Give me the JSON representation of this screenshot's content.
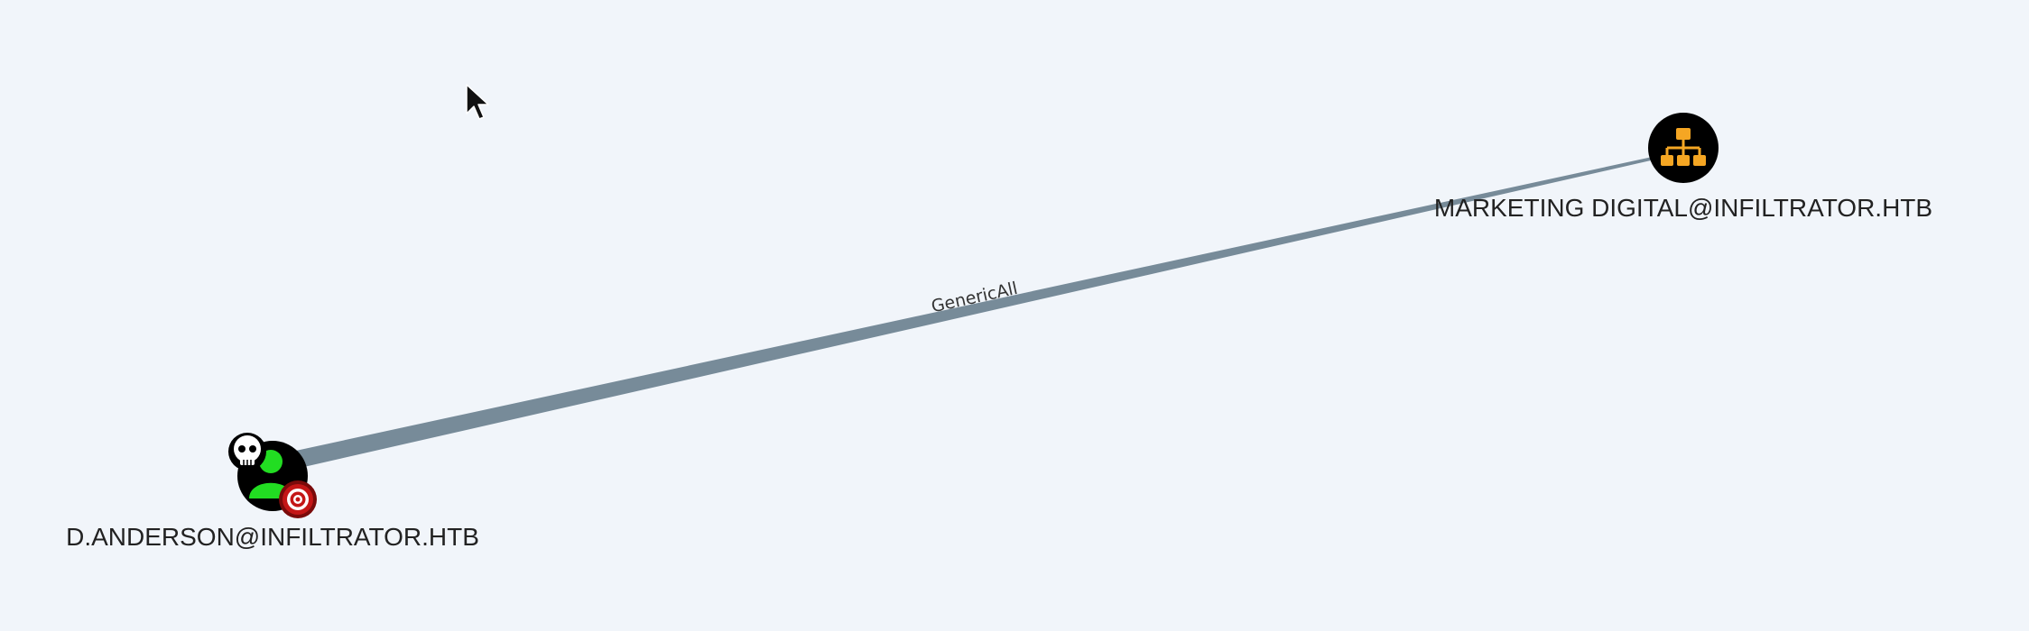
{
  "graph": {
    "nodes": [
      {
        "id": "user",
        "label": "D.ANDERSON@INFILTRATOR.HTB",
        "type": "user",
        "owned": true,
        "target": true,
        "icon": "user-icon"
      },
      {
        "id": "ou",
        "label": "MARKETING DIGITAL@INFILTRATOR.HTB",
        "type": "organizational-unit",
        "icon": "org-chart-icon"
      }
    ],
    "edges": [
      {
        "from": "user",
        "to": "ou",
        "label": "GenericAll"
      }
    ]
  },
  "colors": {
    "background": "#f1f5fa",
    "edge": "#778b99",
    "node_fill": "#000000",
    "user_icon": "#22dd22",
    "ou_icon": "#f5a623",
    "target_badge": "#b01010"
  }
}
